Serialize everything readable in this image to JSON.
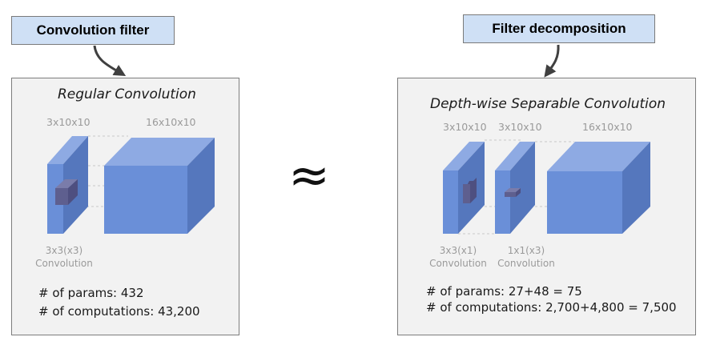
{
  "left_tag": "Convolution filter",
  "right_tag": "Filter decomposition",
  "approx_symbol": "≈",
  "regular": {
    "title": "Regular Convolution",
    "input_dim": "3x10x10",
    "output_dim": "16x10x10",
    "kernel_caption_line1": "3x3(x3)",
    "kernel_caption_line2": "Convolution",
    "params": "# of params: 432",
    "computations": "# of computations: 43,200"
  },
  "separable": {
    "title": "Depth-wise Separable Convolution",
    "input_dim": "3x10x10",
    "mid_dim": "3x10x10",
    "output_dim": "16x10x10",
    "depthwise_caption_line1": "3x3(x1)",
    "depthwise_caption_line2": "Convolution",
    "pointwise_caption_line1": "1x1(x3)",
    "pointwise_caption_line2": "Convolution",
    "params": "# of params: 27+48 = 75",
    "computations": "# of computations: 2,700+4,800 = 7,500"
  },
  "colors": {
    "tag_fill": "#cfe0f5",
    "panel_fill": "#f2f2f2",
    "block_front": "#6a8fd8",
    "block_top": "#8eaae3",
    "block_side": "#5577bd",
    "kernel": "#5e5f8f"
  }
}
